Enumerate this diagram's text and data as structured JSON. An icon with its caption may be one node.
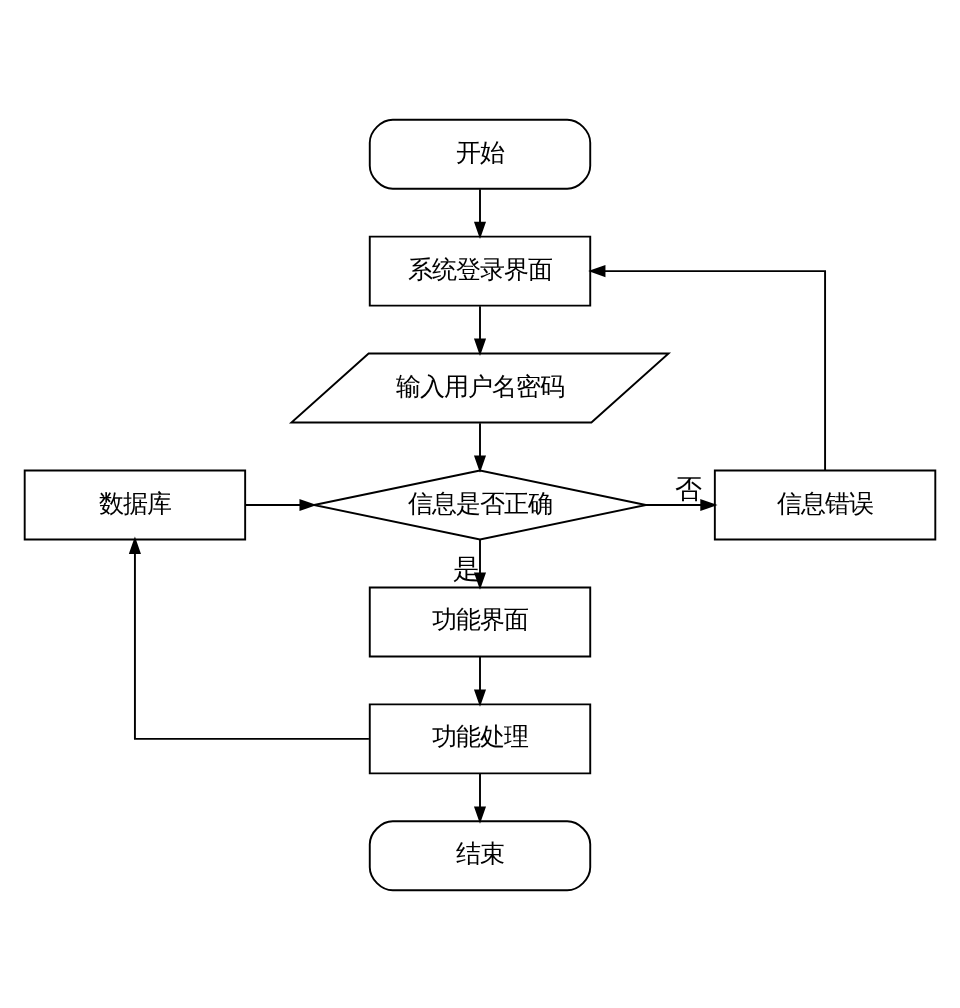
{
  "diagram": {
    "nodes": [
      {
        "text": [
          "开始"
        ]
      },
      {
        "text": [
          "系统登录界面"
        ]
      },
      {
        "text": [
          "输入用户名密码"
        ]
      },
      {
        "text": [
          "信息是否正确"
        ]
      },
      {
        "text": [
          "数据库"
        ]
      },
      {
        "text": [
          "信息错误"
        ]
      },
      {
        "text": [
          "功能界面"
        ]
      },
      {
        "text": [
          "功能处理"
        ]
      },
      {
        "text": [
          "结束"
        ]
      }
    ],
    "edges": [
      {
        "from": 0,
        "to": 1,
        "arrow": "to"
      },
      {
        "from": 1,
        "to": 2,
        "arrow": "to"
      },
      {
        "from": 2,
        "to": 3,
        "arrow": "to"
      },
      {
        "from": 4,
        "to": 3,
        "arrow": "to"
      },
      {
        "from": 3,
        "to": 5,
        "arrow": "to",
        "label": "否"
      },
      {
        "from": 5,
        "to": 1,
        "arrow": "to"
      },
      {
        "from": 3,
        "to": 6,
        "arrow": "to",
        "label": "是"
      },
      {
        "from": 6,
        "to": 7,
        "arrow": "to"
      },
      {
        "from": 7,
        "to": 4,
        "arrow": "to"
      },
      {
        "from": 7,
        "to": 8,
        "arrow": "to"
      }
    ]
  }
}
